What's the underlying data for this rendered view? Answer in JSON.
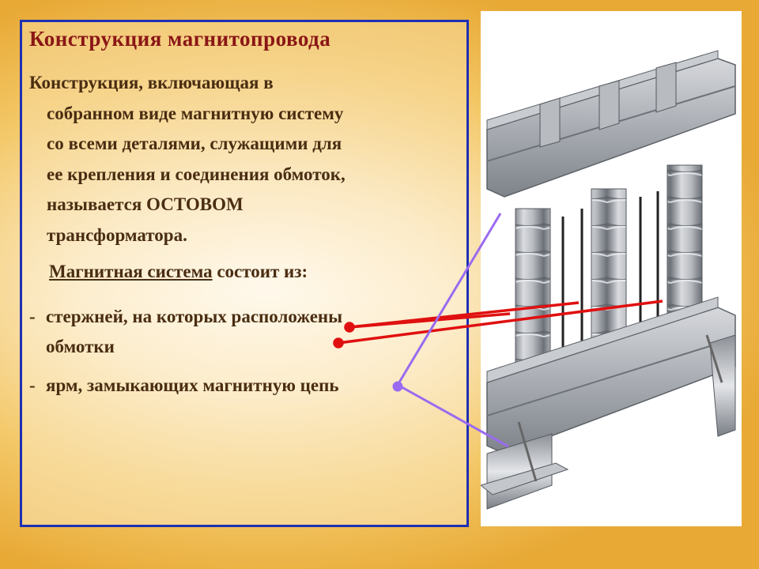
{
  "slide": {
    "title": "Конструкция магнитопровода",
    "paragraph_lines": [
      "Конструкция, включающая в",
      "собранном виде магнитную систему",
      "со всеми деталями, служащими для",
      "ее крепления и соединения обмоток,",
      "называется ОСТОВОМ",
      "трансформатора."
    ],
    "subheading_underlined": "Магнитная система",
    "subheading_rest": " состоит из:",
    "bullet_marker": "-",
    "bullet1_line1": "стержней, на которых расположены",
    "bullet1_line2": "обмотки",
    "bullet2": "ярм, замыкающих магнитную цепь"
  },
  "colors": {
    "title": "#8a1616",
    "body_text": "#4a2d12",
    "box_border": "#1f2fb3",
    "arrow_red": "#e01010",
    "arrow_violet": "#9a6bf0"
  }
}
